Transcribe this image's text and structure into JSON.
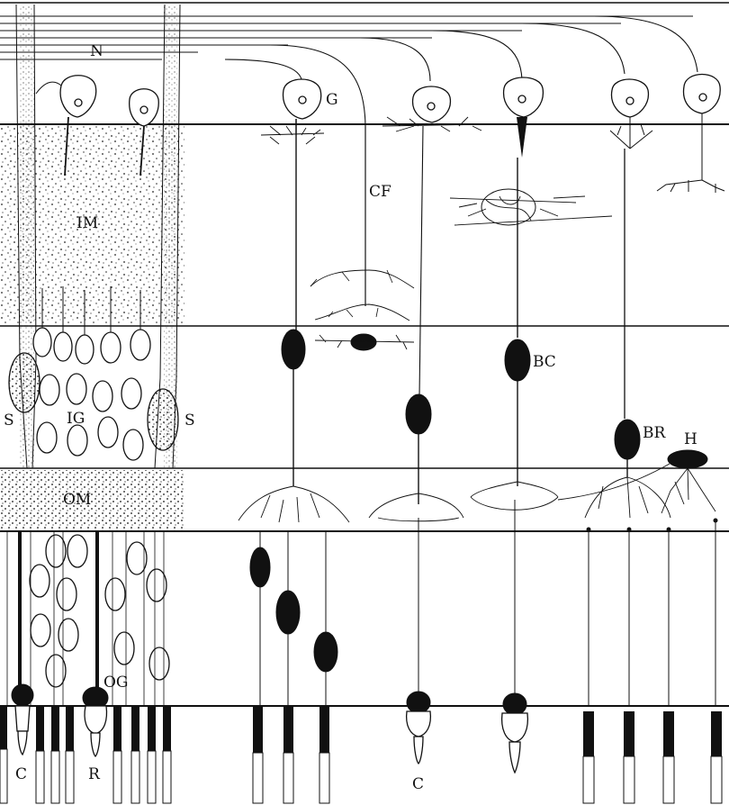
{
  "labels": {
    "N": "N",
    "G": "G",
    "CF": "CF",
    "IM": "IM",
    "IG": "IG",
    "S_left": "S",
    "S_right": "S",
    "BC": "BC",
    "BR": "BR",
    "H": "H",
    "OM": "OM",
    "OG": "OG",
    "C_left": "C",
    "R": "R",
    "C_mid": "C"
  },
  "colors": {
    "ink": "#111111",
    "paper": "#ffffff"
  }
}
